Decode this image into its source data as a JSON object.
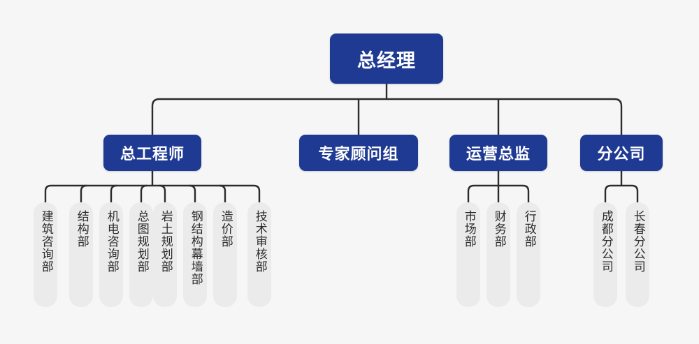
{
  "diagram": {
    "title": "组织架构图",
    "background_color": "#f6f6f6",
    "node_color": "#1f3a93",
    "leaf_color": "#ebebeb",
    "line_color": "#2b2b2b"
  },
  "root": {
    "label": "总经理"
  },
  "level2": [
    {
      "label": "总工程师"
    },
    {
      "label": "专家顾问组"
    },
    {
      "label": "运营总监"
    },
    {
      "label": "分公司"
    }
  ],
  "leaves": {
    "chief_engineer": [
      {
        "label": "建筑咨询部"
      },
      {
        "label": "结构部"
      },
      {
        "label": "机电咨询部"
      },
      {
        "label": "总图规划部"
      },
      {
        "label": "岩土规划部"
      },
      {
        "label": "钢结构幕墙部"
      },
      {
        "label": "造价部"
      },
      {
        "label": "技术审核部"
      }
    ],
    "operations_director": [
      {
        "label": "市场部"
      },
      {
        "label": "财务部"
      },
      {
        "label": "行政部"
      }
    ],
    "branch_company": [
      {
        "label": "成都分公司"
      },
      {
        "label": "长春分公司"
      }
    ]
  }
}
